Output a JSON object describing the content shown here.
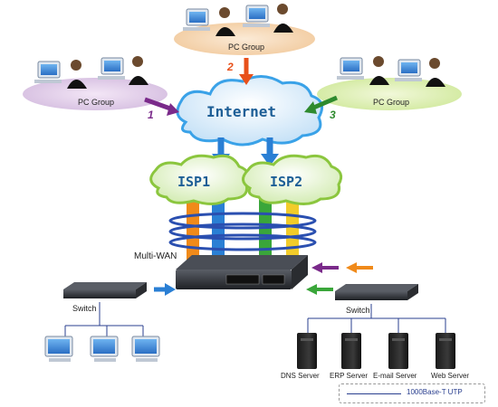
{
  "groups": {
    "left": {
      "label": "PC Group",
      "number": "1"
    },
    "top": {
      "label": "PC Group",
      "number": "2"
    },
    "right": {
      "label": "PC Group",
      "number": "3"
    }
  },
  "clouds": {
    "internet": "Internet",
    "isp1": "ISP1",
    "isp2": "ISP2"
  },
  "device": {
    "multiwan": "Multi-WAN"
  },
  "switches": {
    "left": "Switch",
    "right": "Switch"
  },
  "servers": [
    {
      "label": "DNS Server"
    },
    {
      "label": "ERP Server"
    },
    {
      "label": "E-mail Server"
    },
    {
      "label": "Web Server"
    }
  ],
  "legend": {
    "text": "1000Base-T UTP"
  },
  "colors": {
    "arrow_left": "#7a2a8a",
    "arrow_top": "#e8501a",
    "arrow_right": "#2e8a2e",
    "cloud_blue": "#dbeefb",
    "cloud_green": "#e7f5d3",
    "wan_orange": "#f08a1a",
    "wan_blue": "#2a7fd4",
    "wan_green": "#3aa63a",
    "wan_yellow": "#f2cc2a",
    "ring": "#2a4fb0"
  }
}
